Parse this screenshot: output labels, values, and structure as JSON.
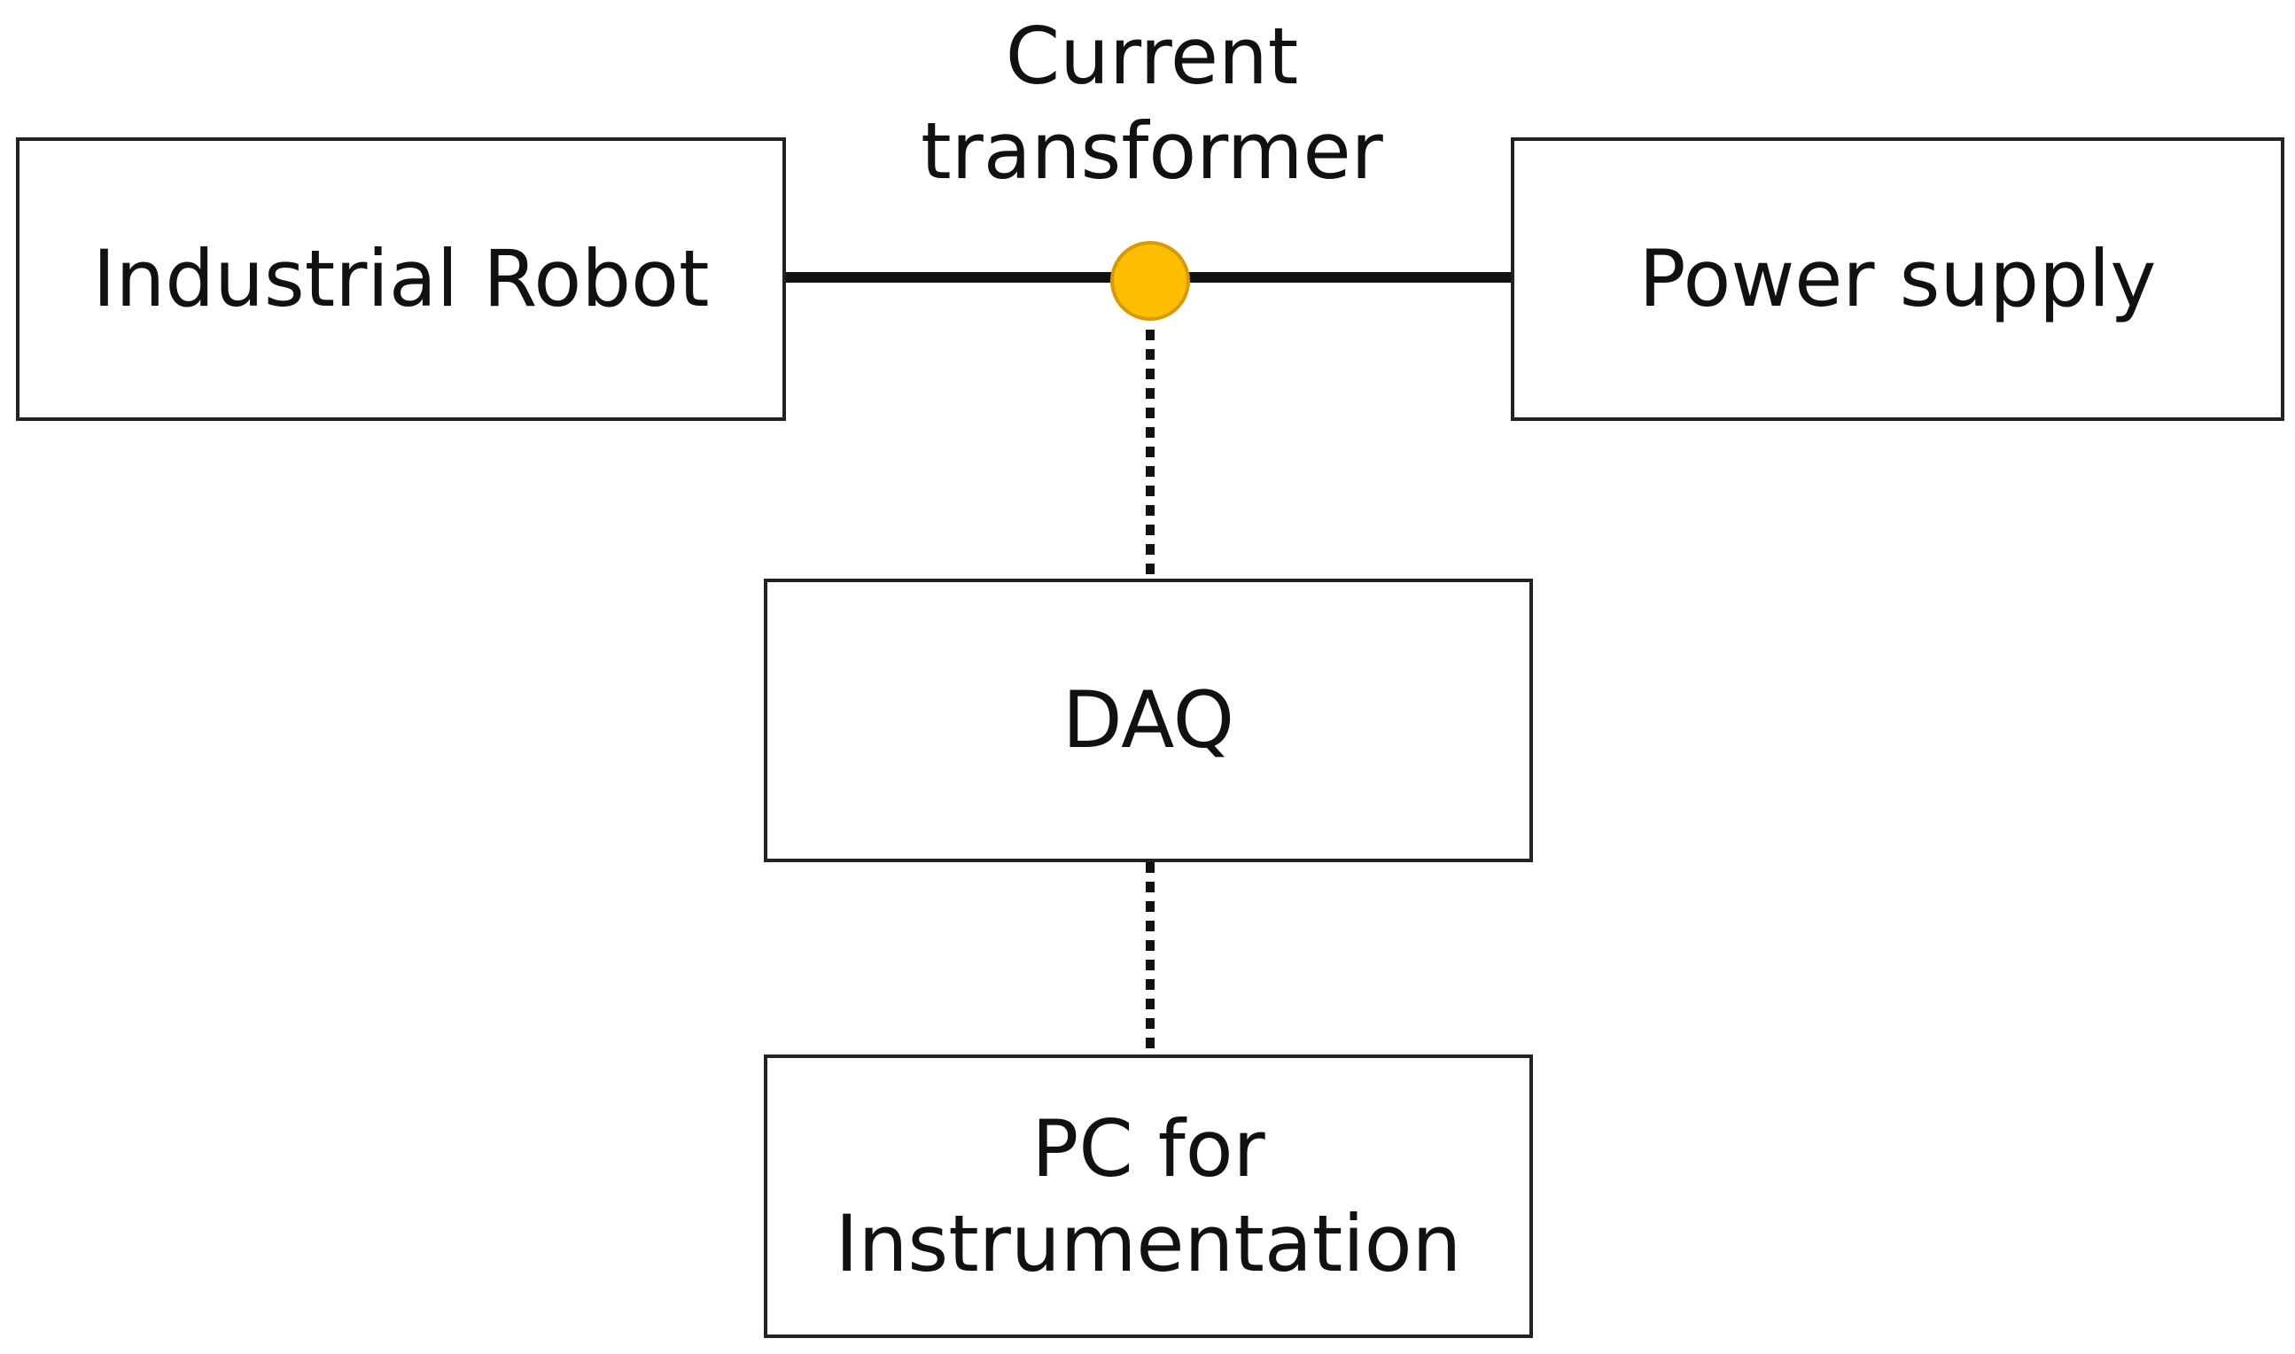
{
  "diagram": {
    "nodes": {
      "robot": {
        "label": "Industrial Robot"
      },
      "power": {
        "label": "Power supply"
      },
      "daq": {
        "label": "DAQ"
      },
      "pc": {
        "label": "PC for\nInstrumentation"
      },
      "sensor": {
        "label": "Current\ntransformer"
      }
    },
    "edges": [
      {
        "from": "robot",
        "to": "sensor",
        "style": "solid"
      },
      {
        "from": "sensor",
        "to": "power",
        "style": "solid"
      },
      {
        "from": "sensor",
        "to": "daq",
        "style": "dotted"
      },
      {
        "from": "daq",
        "to": "pc",
        "style": "dotted"
      }
    ],
    "colors": {
      "line": "#111111",
      "sensor_fill": "#FFBE00",
      "sensor_stroke": "#D99A00"
    }
  }
}
